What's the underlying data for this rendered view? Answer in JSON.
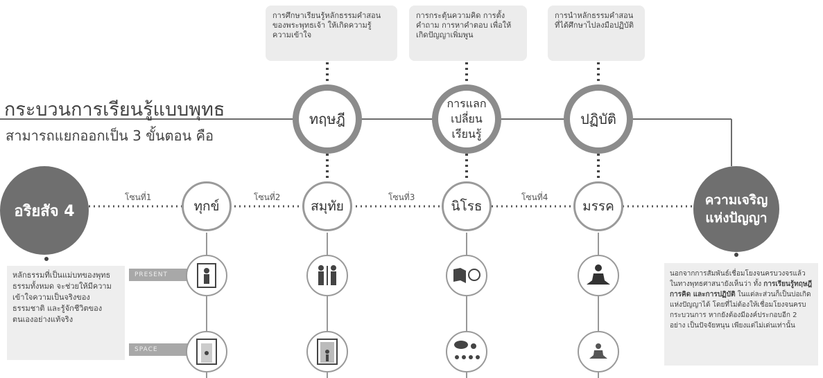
{
  "title": {
    "line1": "กระบวนการเรียนรู้แบบพุทธ",
    "line2": "สามารถแยกออกเป็น 3 ขั้นตอน คือ"
  },
  "stages": [
    {
      "label": "ทฤษฎี",
      "note": "การศึกษาเรียนรู้หลักธรรมคำสอนของพระพุทธเจ้า ให้เกิดความรู้ ความเข้าใจ"
    },
    {
      "label": "การแลกเปลี่ยนเรียนรู้",
      "note": "การกระตุ้นความคิด การตั้งคำถาม การหาคำตอบ เพื่อให้เกิดปัญญาเพิ่มพูน"
    },
    {
      "label": "ปฏิบัติ",
      "note": "การนำหลักธรรมคำสอนที่ได้ศึกษาไปลงมือปฏิบัติ"
    }
  ],
  "truths": {
    "start": "อริยสัจ 4",
    "end": "ความเจริญแห่งปัญญา",
    "items": [
      "ทุกข์",
      "สมุทัย",
      "นิโรธ",
      "มรรค"
    ],
    "zones": [
      "โซนที่1",
      "โซนที่2",
      "โซนที่3",
      "โซนที่4"
    ]
  },
  "bands": {
    "present": "PRESENT",
    "space": "SPACE"
  },
  "left_text": "หลักธรรมที่เป็นแม่บทของพุทธธรรมทั้งหมด จะช่วยให้มีความเข้าใจความเป็นจริงของธรรมชาติ และรู้จักชีวิตของตนเองอย่างแท้จริง",
  "right_text": {
    "a": "นอกจากการสัมพันธ์เชื่อมโยงจนครบวงจรแล้ว ในทางพุทธศาสนายังเห็นว่า ทั้ง",
    "b": "การเรียนรู้ทฤษฎี การคิด และการปฏิบัติ",
    "c": "ในแต่ละส่วนก็เป็นบ่อเกิดแห่งปัญญาได้ โดยที่ไม่ต้องให้เชื่อมโยงจนครบกระบวนการ หากยังต้องมีองค์ประกอบอีก 2 อย่าง เป็นปัจจัยหนุน เพียงแต่ไม่เด่นเท่านั้น"
  },
  "icons": [
    "door-person-icon",
    "restroom-icon",
    "book-head-icon",
    "meditation-icon",
    "doorway-icon",
    "elevator-icon",
    "group-discussion-icon",
    "meditation-small-icon"
  ]
}
